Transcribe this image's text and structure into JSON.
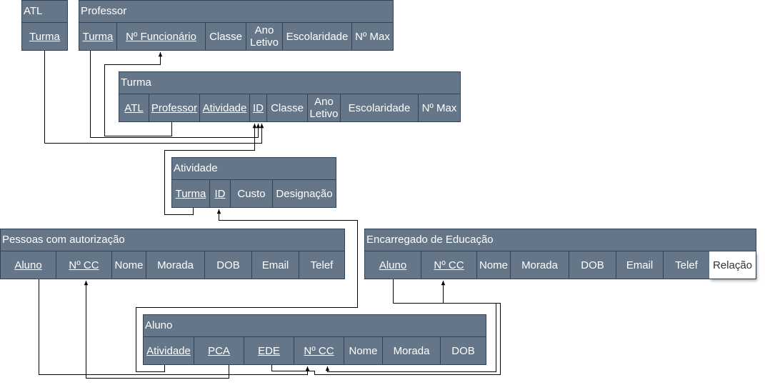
{
  "tables": {
    "atl": {
      "title": "ATL",
      "columns": [
        "Turma"
      ]
    },
    "professor": {
      "title": "Professor",
      "columns": [
        "Turma",
        "Nº Funcionário",
        "Classe",
        "Ano\nLetivo",
        "Escolaridade",
        "Nº Max"
      ]
    },
    "turma": {
      "title": "Turma",
      "columns": [
        "ATL",
        "Professor",
        "Atividade",
        "ID",
        "Classe",
        "Ano\nLetivo",
        "Escolaridade",
        "Nº Max"
      ]
    },
    "atividade": {
      "title": "Atividade",
      "columns": [
        "Turma",
        "ID",
        "Custo",
        "Designação"
      ]
    },
    "pessoas": {
      "title": "Pessoas com autorização",
      "columns": [
        "Aluno",
        "Nº CC",
        "Nome",
        "Morada",
        "DOB",
        "Email",
        "Telef"
      ]
    },
    "encarregado": {
      "title": "Encarregado de Educação",
      "columns": [
        "Aluno",
        "Nº CC",
        "Nome",
        "Morada",
        "DOB",
        "Email",
        "Telef",
        "Relação"
      ]
    },
    "aluno": {
      "title": "Aluno",
      "columns": [
        "Atividade",
        "PCA",
        "EDE",
        "Nº CC",
        "Nome",
        "Morada",
        "DOB"
      ]
    }
  },
  "colors": {
    "fill": "#647687",
    "border": "#314354",
    "text": "#ffffff",
    "connector": "#000000"
  }
}
